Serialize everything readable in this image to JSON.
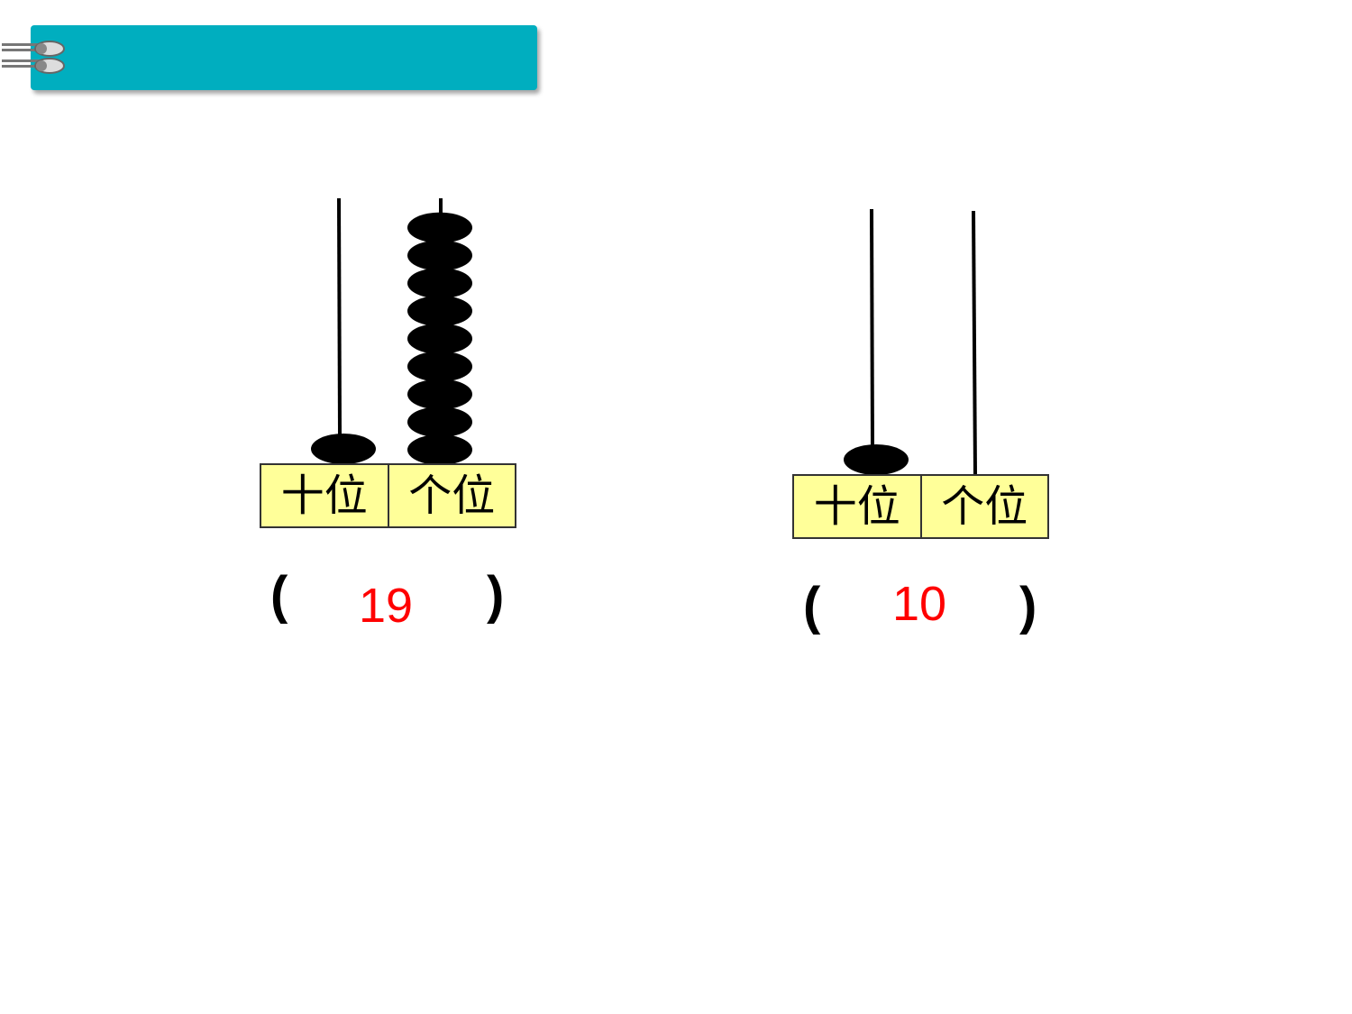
{
  "header": {
    "title": ""
  },
  "icons": {
    "binder": "binder-rings-icon"
  },
  "colors": {
    "header_bg": "#00aebf",
    "table_bg": "#ffff99",
    "answer": "#ff0000",
    "bead": "#000000"
  },
  "abaci": [
    {
      "tens_label": "十位",
      "ones_label": "个位",
      "tens_beads": 1,
      "ones_beads": 9,
      "open_paren": "(",
      "answer": "19",
      "close_paren": ")"
    },
    {
      "tens_label": "十位",
      "ones_label": "个位",
      "tens_beads": 1,
      "ones_beads": 0,
      "open_paren": "(",
      "answer": "10",
      "close_paren": ")"
    }
  ]
}
